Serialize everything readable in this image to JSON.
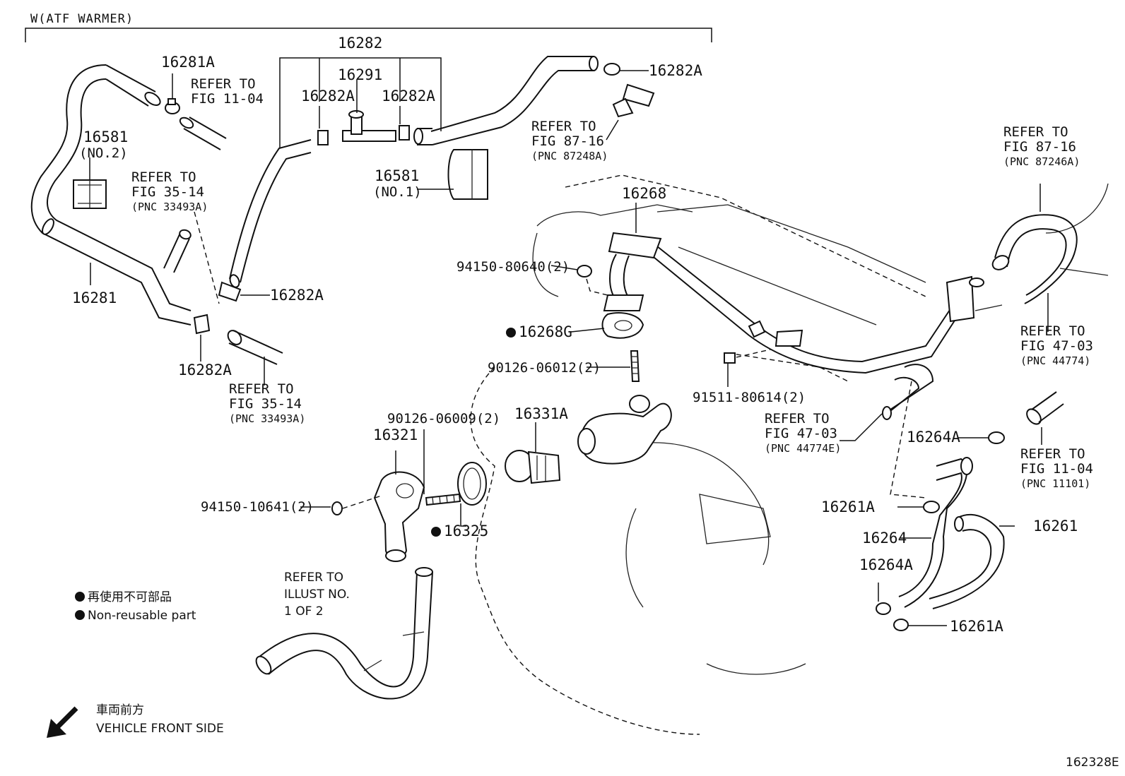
{
  "header": {
    "variant": "W(ATF WARMER)"
  },
  "parts": {
    "p16282": "16282",
    "p16281A": "16281A",
    "p16291": "16291",
    "p16282A_top_right": "16282A",
    "p16282A_mid_left": "16282A",
    "p16282A_mid_right": "16282A",
    "p16581": "16581",
    "p16581_no2": "(NO.2)",
    "p16581b": "16581",
    "p16581_no1": "(NO.1)",
    "p16282A_left_clamp": "16282A",
    "p16281": "16281",
    "p16282A_bottom": "16282A",
    "p16268": "16268",
    "p94150_80640": "94150-80640(2)",
    "p16268G": "16268G",
    "p90126_06012": "90126-06012(2)",
    "p91511_80614": "91511-80614(2)",
    "p90126_06009": "90126-06009(2)",
    "p16331A": "16331A",
    "p16321": "16321",
    "p94150_10641": "94150-10641(2)",
    "p16325": "16325",
    "p16264A_right": "16264A",
    "p16261A_upper": "16261A",
    "p16261": "16261",
    "p16264": "16264",
    "p16264A_lower": "16264A",
    "p16261A_lower": "16261A"
  },
  "refs": {
    "fig11_04_top": {
      "line1": "REFER TO",
      "line2": "FIG 11-04"
    },
    "fig87_16_mid": {
      "line1": "REFER TO",
      "line2": "FIG 87-16",
      "pnc": "(PNC 87248A)"
    },
    "fig35_14_upper": {
      "line1": "REFER TO",
      "line2": "FIG 35-14",
      "pnc": "(PNC 33493A)"
    },
    "fig35_14_lower": {
      "line1": "REFER TO",
      "line2": "FIG 35-14",
      "pnc": "(PNC 33493A)"
    },
    "fig87_16_right": {
      "line1": "REFER TO",
      "line2": "FIG 87-16",
      "pnc": "(PNC 87246A)"
    },
    "fig47_03_right": {
      "line1": "REFER TO",
      "line2": "FIG 47-03",
      "pnc": "(PNC 44774)"
    },
    "fig47_03_center": {
      "line1": "REFER TO",
      "line2": "FIG 47-03",
      "pnc": "(PNC 44774E)"
    },
    "fig11_04_right": {
      "line1": "REFER TO",
      "line2": "FIG 11-04",
      "pnc": "(PNC 11101)"
    },
    "illust": {
      "line1": "REFER TO",
      "line2": "ILLUST NO.",
      "line3": "1 OF 2"
    }
  },
  "legend": {
    "jp": "再使用不可部品",
    "en": "Non-reusable part",
    "front_jp": "車両前方",
    "front_en": "VEHICLE FRONT SIDE"
  },
  "figure_id": "162328E"
}
